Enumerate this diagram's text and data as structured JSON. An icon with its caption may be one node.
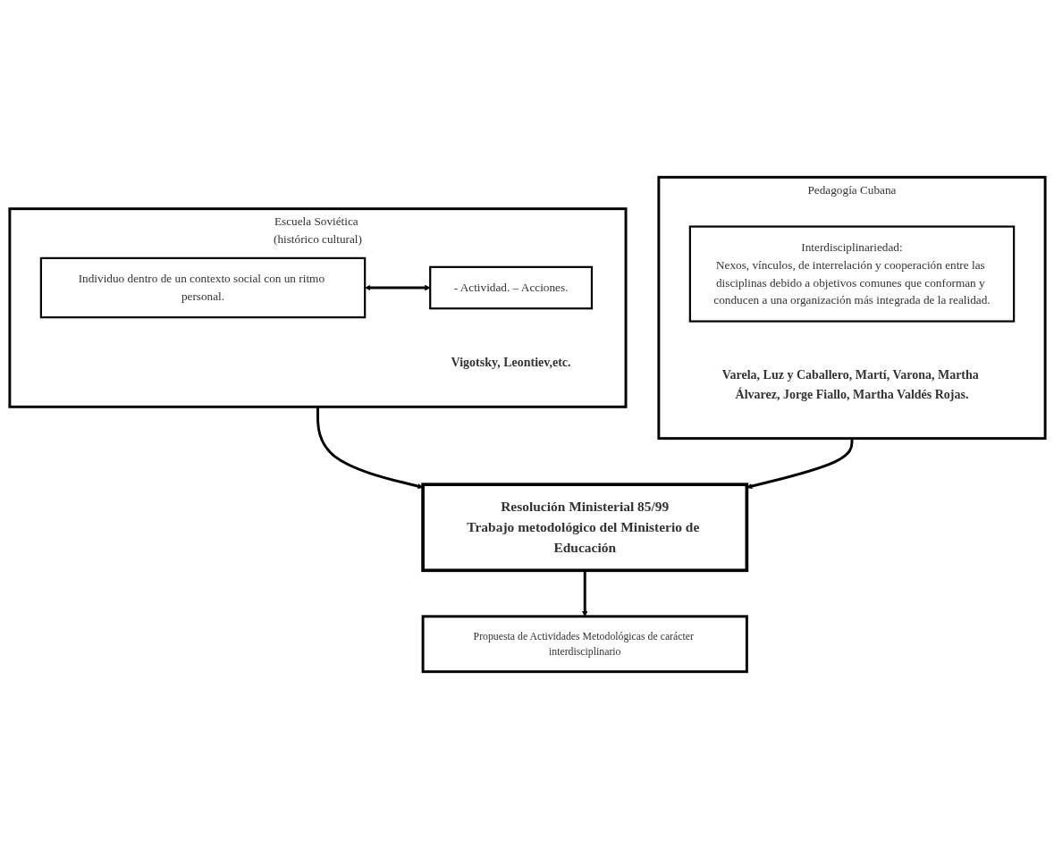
{
  "diagram": {
    "nodes": [
      {
        "text": [
          "Escuela Soviética (histórico cultural)",
          "Vigotsky, Leontiev,etc."
        ]
      },
      {
        "text": [
          "Individuo dentro de un contexto social con un ritmo personal."
        ],
        "in": 0
      },
      {
        "text": [
          "- Actividad. – Acciones."
        ],
        "in": 0
      },
      {
        "text": [
          "Pedagogía Cubana",
          "Varela, Luz y Caballero, Martí, Varona, Martha Álvarez, Jorge Fiallo, Martha Valdés Rojas."
        ]
      },
      {
        "text": [
          "Interdisciplinariedad:",
          "Nexos, vínculos, de interrelación y cooperación entre las disciplinas debido a objetivos comunes que conforman y conducen a una organización más integrada de la realidad."
        ],
        "in": 3
      },
      {
        "text": [
          "Resolución Ministerial 85/99",
          "Trabajo metodológico del Ministerio de Educación"
        ]
      },
      {
        "text": [
          "Propuesta de Actividades Metodológicas de carácter interdisciplinario"
        ]
      }
    ],
    "edges": [
      {
        "from": 1,
        "to": 2,
        "arrow": "both"
      },
      {
        "from": 0,
        "to": 5,
        "arrow": "to"
      },
      {
        "from": 3,
        "to": 5,
        "arrow": "to"
      },
      {
        "from": 5,
        "to": 6,
        "arrow": "to"
      }
    ]
  }
}
